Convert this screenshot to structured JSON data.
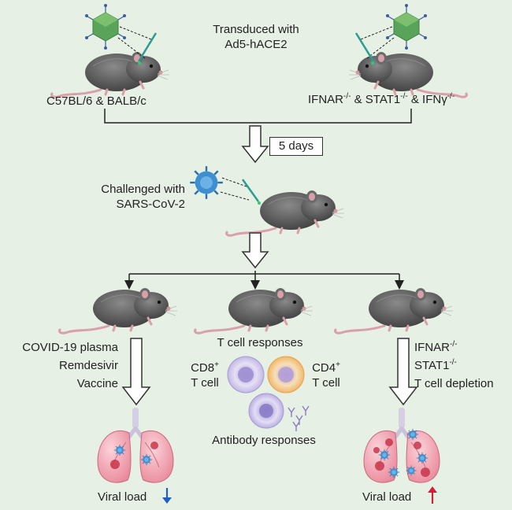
{
  "header": {
    "transduced": "Transduced with",
    "vector": "Ad5-hACE2"
  },
  "strains": {
    "left": "C57BL/6 & BALB/c",
    "right": {
      "g1": "IFNAR",
      "g1_sup": "-/-",
      "sep1": " & STAT1",
      "g2_sup": "-/-",
      "sep2": " & IFNγ",
      "g3_sup": "-/-"
    }
  },
  "interval": "5 days",
  "challenge": {
    "line1": "Challenged with",
    "line2": "SARS-CoV-2"
  },
  "left_branch": {
    "treatments": [
      "COVID-19 plasma",
      "Remdesivir",
      "Vaccine"
    ],
    "outcome": "Viral load",
    "arrow_color": "#1f5fbf"
  },
  "middle_branch": {
    "title": "T cell responses",
    "cd8": "CD8",
    "cd8_sup": "+",
    "cd8_cell": "T cell",
    "cd4": "CD4",
    "cd4_sup": "+",
    "cd4_cell": "T cell",
    "antibody": "Antibody responses"
  },
  "right_branch": {
    "item1": "IFNAR",
    "item1_sup": "-/-",
    "item2": "STAT1",
    "item2_sup": "-/-",
    "item3": "T cell depletion",
    "outcome": "Viral load",
    "arrow_color": "#d81b3c"
  },
  "colors": {
    "background": "#e6f0e4",
    "mouse": "#5b5b5b",
    "lung": "#f3a9b5",
    "cd8_cell": "#c8c2e8",
    "cd4_cell": "#f2c07a",
    "virus": "#3d8fd0"
  }
}
